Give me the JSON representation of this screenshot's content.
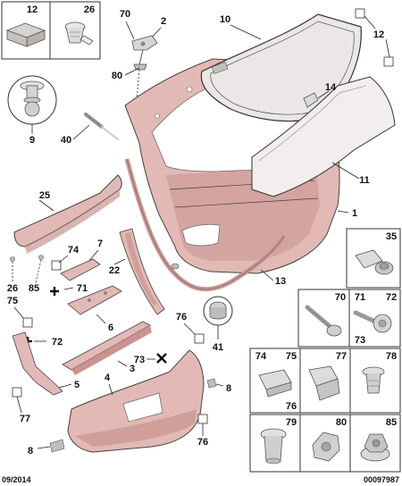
{
  "colors": {
    "part_fill": "#e2b9b5",
    "part_shadow": "#c9948f",
    "glass_fill": "#eae7e6",
    "metal_fill": "#d9d9d9",
    "text": "#111111"
  },
  "callouts": {
    "c1": "1",
    "c2": "2",
    "c3": "3",
    "c4": "4",
    "c5": "5",
    "c6": "6",
    "c7": "7",
    "c8a": "8",
    "c8b": "8",
    "c9": "9",
    "c10": "10",
    "c11": "11",
    "c12": "12",
    "c13": "13",
    "c14": "14",
    "c22": "22",
    "c25": "25",
    "c26": "26",
    "c40": "40",
    "c41": "41",
    "c70": "70",
    "c71": "71",
    "c72": "72",
    "c73": "73",
    "c74": "74",
    "c75": "75",
    "c76a": "76",
    "c76b": "76",
    "c77": "77",
    "c80": "80",
    "c85": "85"
  },
  "detail_boxes": {
    "b12": "12",
    "b26": "26",
    "b35": "35",
    "b70": "70",
    "b71": "71",
    "b72": "72",
    "b73": "73",
    "b74": "74",
    "b75": "75",
    "b76": "76",
    "b77": "77",
    "b78": "78",
    "b79": "79",
    "b80": "80",
    "b85": "85"
  },
  "footer": {
    "date": "09/2014",
    "reference": "00097987"
  }
}
